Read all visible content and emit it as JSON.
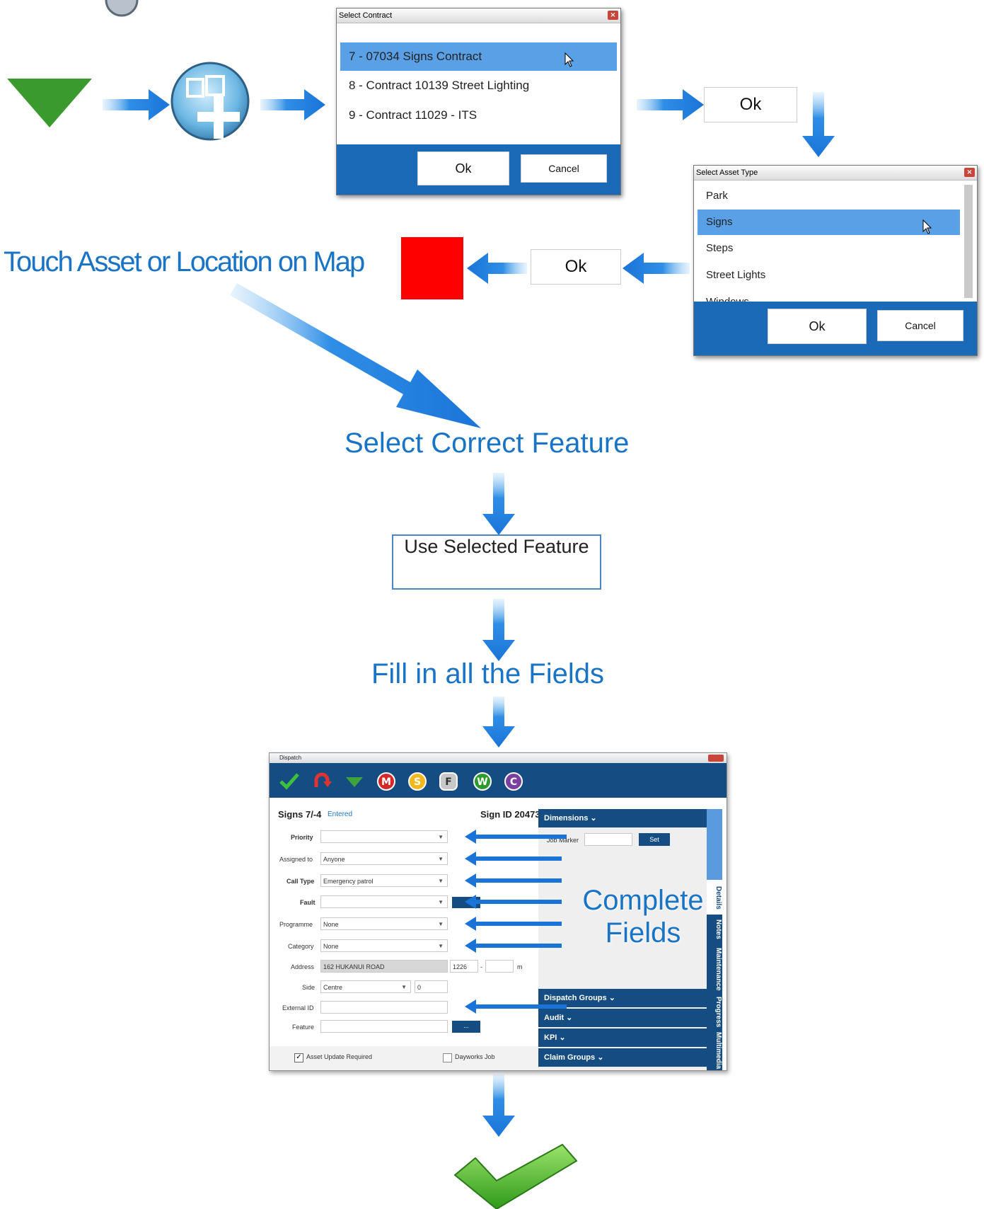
{
  "select_contract": {
    "title": "Select Contract",
    "items": [
      "7 - 07034 Signs Contract",
      "8 - Contract 10139 Street Lighting",
      "9 - Contract 11029 - ITS"
    ],
    "ok_label": "Ok",
    "cancel_label": "Cancel"
  },
  "ok_label_1": "Ok",
  "select_asset_type": {
    "title": "Select Asset Type",
    "items": [
      "Park",
      "Signs",
      "Steps",
      "Street Lights",
      "Windows"
    ],
    "ok_label": "Ok",
    "cancel_label": "Cancel"
  },
  "ok_label_2": "Ok",
  "touch_label": "Touch Asset or Location on Map",
  "select_feature_label": "Select Correct Feature",
  "use_selected_feature_label": "Use Selected Feature",
  "fill_fields_label": "Fill in all the Fields",
  "dispatch": {
    "window_title": "Dispatch",
    "toolbar_icons": [
      "M",
      "S",
      "F",
      "W",
      "C"
    ],
    "header_asset": "Signs 7/-4",
    "header_status": "Entered",
    "header_sign_id": "Sign ID 20473",
    "fields": {
      "priority_label": "Priority",
      "priority_value": "",
      "assigned_label": "Assigned to",
      "assigned_value": "Anyone",
      "calltype_label": "Call Type",
      "calltype_value": "Emergency patrol",
      "fault_label": "Fault",
      "fault_value": "",
      "programme_label": "Programme",
      "programme_value": "None",
      "category_label": "Category",
      "category_value": "None",
      "address_label": "Address",
      "address_value": "162 HUKANUI ROAD",
      "address_num": "1226",
      "address_dash": "-",
      "address_unit": "m",
      "side_label": "Side",
      "side_value": "Centre",
      "side_num": "0",
      "external_label": "External ID",
      "external_value": "",
      "feature_label": "Feature",
      "feature_value": "",
      "feature_btn": "..."
    },
    "asset_update_label": "Asset Update Required",
    "dayworks_label": "Dayworks Job",
    "dimensions_label": "Dimensions",
    "job_marker_label": "Job Marker",
    "set_label": "Set",
    "complete_fields_line1": "Complete",
    "complete_fields_line2": "Fields",
    "dispatch_groups_label": "Dispatch Groups",
    "audit_label": "Audit",
    "kpi_label": "KPI",
    "claim_groups_label": "Claim Groups",
    "side_tabs": [
      "Details",
      "Notes",
      "Maintenance",
      "Progress",
      "Multimedia"
    ]
  },
  "colors": {
    "accent_blue": "#1a74c6",
    "dialog_footer": "#1b6ab7",
    "selection": "#5aa0e6",
    "marker_red": "#ff0000",
    "dispatch_navy": "#154d82",
    "green": "#3a9a2a"
  }
}
